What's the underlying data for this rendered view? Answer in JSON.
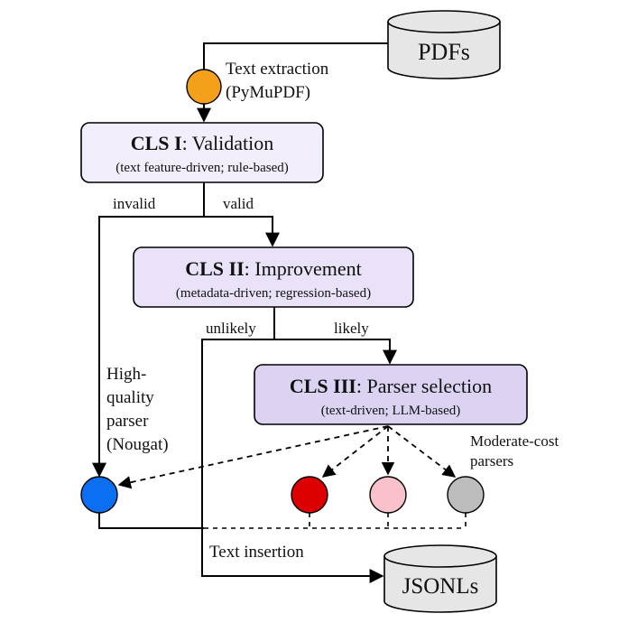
{
  "nodes": {
    "pdfs": {
      "label": "PDFs",
      "fill": "#e6e6e6"
    },
    "jsonls": {
      "label": "JSONLs",
      "fill": "#e6e6e6"
    },
    "cls1": {
      "title_bold": "CLS I",
      "title_rest": ": Validation",
      "subtitle": "(text feature-driven; rule-based)",
      "fill": "#f3eefb"
    },
    "cls2": {
      "title_bold": "CLS II",
      "title_rest": ": Improvement",
      "subtitle": "(metadata-driven; regression-based)",
      "fill": "#e9e2f8"
    },
    "cls3": {
      "title_bold": "CLS III",
      "title_rest": ": Parser selection",
      "subtitle": "(text-driven; LLM-based)",
      "fill": "#dcd3f3"
    }
  },
  "labels": {
    "text_extraction": [
      "Text extraction",
      "(PyMuPDF)"
    ],
    "invalid": "invalid",
    "valid": "valid",
    "unlikely": "unlikely",
    "likely": "likely",
    "high_quality": [
      "High-",
      "quality",
      "parser",
      "(Nougat)"
    ],
    "moderate_cost": [
      "Moderate-cost",
      "parsers"
    ],
    "text_insertion": "Text insertion"
  },
  "colors": {
    "extraction_circle": "#f5a01a",
    "nougat_circle": "#0a6ff0",
    "parser_red": "#dd0000",
    "parser_pink": "#f8c1cc",
    "parser_gray": "#bdbdbd",
    "edge": "#000000"
  }
}
